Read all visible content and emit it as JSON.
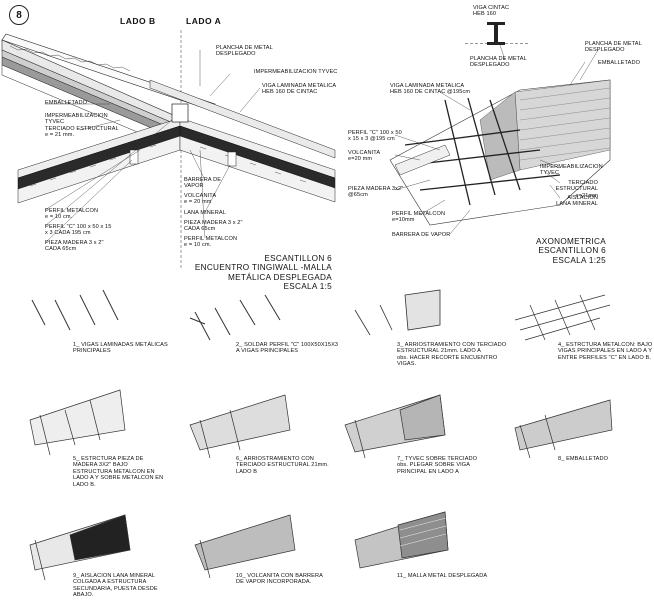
{
  "sheet_number": "8",
  "section": {
    "side_b": "LADO B",
    "side_a": "LADO A",
    "labels": {
      "plancha": "PLANCHA DE METAL\nDESPLEGADO",
      "impermeabilizacion": "IMPERMEABILIZACION TYVEC",
      "viga": "VIGA LAMINADA METALICA\nHEB 160 DE CINTAC",
      "emballetado": "EMBALLETADO",
      "impermeabilizacion_left": "IMPERMEABILIZACION\nTYVEC",
      "terciado": "TERCIADO ESTRUCTURAL\ne = 21 mm.",
      "barrera": "BARRERA DE\nVAPOR",
      "volcanita": "VOLCANITA\ne = 20 mm",
      "lana": "LANA MINERAL",
      "pieza_right": "PIEZA MADERA 3 x 2\"\nCADA 65cm",
      "perfil_right": "PERFIL METALCON\ne = 10 cm.",
      "perfil_metalcon": "PERFIL METALCON\ne = 10 cm.",
      "perfil_c": "PERFIL \"C\" 100 x 50 x 15\nx 3 CADA 195 cm",
      "pieza_left": "PIEZA MADERA 3 x 2\"\nCADA 65cm"
    },
    "title": "ESCANTILLON 6\nENCUENTRO TINGIWALL -MALLA\nMETÁLICA DESPLEGADA\nESCALA 1:5"
  },
  "axo": {
    "labels": {
      "viga_cintac": "VIGA CINTAC\nHEB 160",
      "plancha_top": "PLANCHA DE METAL\nDESPLEGADO",
      "plancha_right": "PLANCHA DE METAL\nDESPLEGADO",
      "emballetado": "EMBALLETADO",
      "viga": "VIGA LAMINADA METALICA\nHEB 160 DE CINTAC @195cm",
      "perfil_c": "PERFIL \"C\" 100 x 50\nx 15 x 3 @195 cm",
      "volcanita": "VOLCANITA\ne=20 mm",
      "pieza": "PIEZA MADERA 3x2\"\n@65cm",
      "impermeabilizacion": "IMPERMEABILIZACION\nTYVEC",
      "terciado": "TERCIADO\nESTRUCTURAL e=21mm",
      "aislacion": "AISLACION\nLANA MINERAL",
      "perfil": "PERFIL METALCON\ne=10mm",
      "barrera": "BARRERA DE VAPOR"
    },
    "title": "AXONOMETRICA\nESCANTILLON 6\nESCALA 1:25"
  },
  "steps": [
    "1_ VIGAS LAMINADAS METÁLICAS\nPRINCIPALES",
    "2_ SOLDAR PERFIL \"C\" 100X50X15X3\nA VIGAS PRINCIPALES",
    "3_ ARRIOSTRAMIENTO CON TERCIADO\nESTRUCTURAL 21mm. LADO A\nobs. HACER RECORTE ENCUENTRO\nVIGAS.",
    "4_ ESTRCTURA METALCON: BAJO\nVIGAS PRINCIPALES EN LADO A Y\nENTRE PERFILES \"C\" EN LADO B.",
    "5_ ESTRCTURA PIEZA DE\nMADERA 3X2\" BAJO\nESTRUCTURA METALCON  EN\nLADO A Y SOBRE METALCON EN\nLADO B.",
    "6_ ARRIOSTRAMIENTO CON\nTERCIADO ESTRUCTURAL 21mm.\nLADO B",
    "7_ TYVEC SOBRE TERCIADO\nobs. PLEGAR SOBRE VIGA\nPRINCIPAL EN LADO A",
    "8_ EMBALLETADO",
    "9_ AISLACION LANA MINERAL\nCOLGADA A ESTRUCTURA\nSECUNDARIA, PUESTA DESDE\nABAJO.",
    "10_ VOLCANITA CON BARRERA\nDE VAPOR INCORPORADA.",
    "11_ MALLA METAL DESPLEGADA"
  ]
}
